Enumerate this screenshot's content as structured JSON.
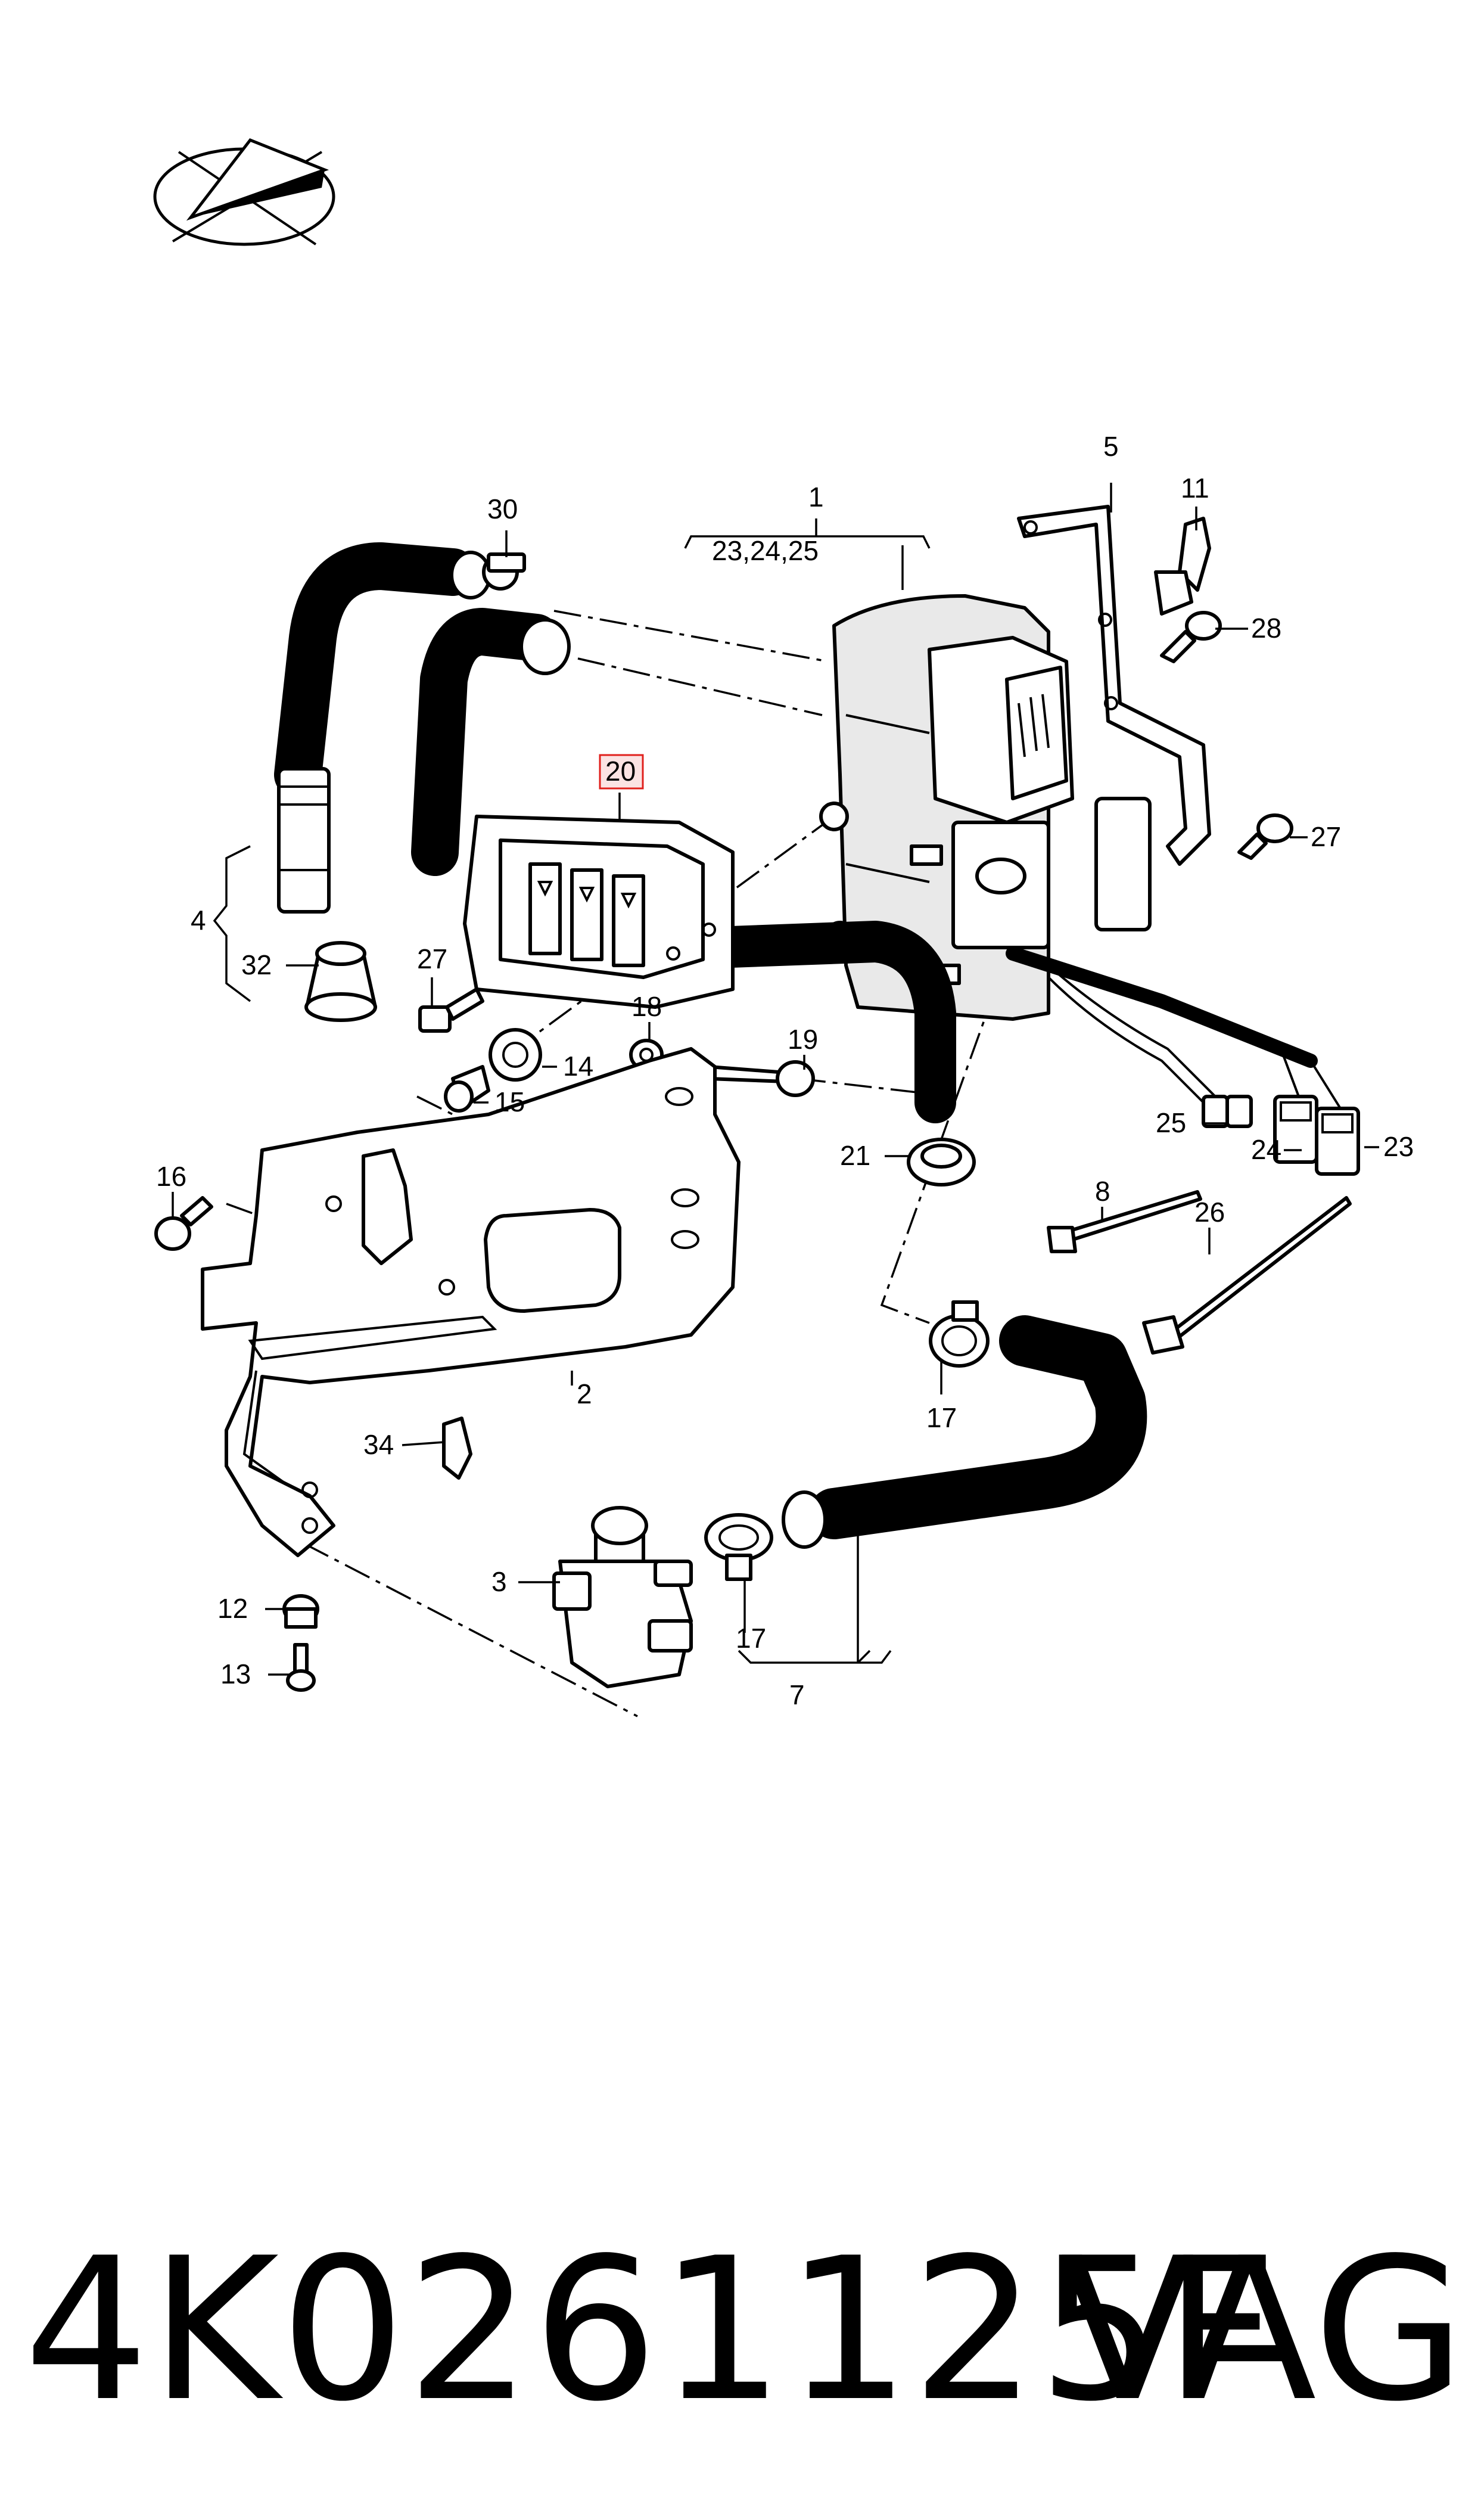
{
  "callouts": {
    "c1": "1",
    "c1_sub": "23,24,25",
    "c2": "2",
    "c3": "3",
    "c4": "4",
    "c5": "5",
    "c7": "7",
    "c8": "8",
    "c11": "11",
    "c12": "12",
    "c13": "13",
    "c14": "14",
    "c15": "15",
    "c16": "16",
    "c17a": "17",
    "c17b": "17",
    "c18": "18",
    "c19": "19",
    "c20": "20",
    "c21": "21",
    "c23": "23",
    "c24": "24",
    "c25": "25",
    "c26": "26",
    "c27a": "27",
    "c27b": "27",
    "c28": "28",
    "c30": "30",
    "c32": "32",
    "c34": "34"
  },
  "highlight": {
    "part": "20",
    "color": "#e0201c",
    "fill": "#fbe3e3"
  },
  "footer": {
    "part_number": "4K0261125F",
    "brand": "VAG"
  },
  "logo": {
    "icon": "arrow-target-logo-icon"
  }
}
